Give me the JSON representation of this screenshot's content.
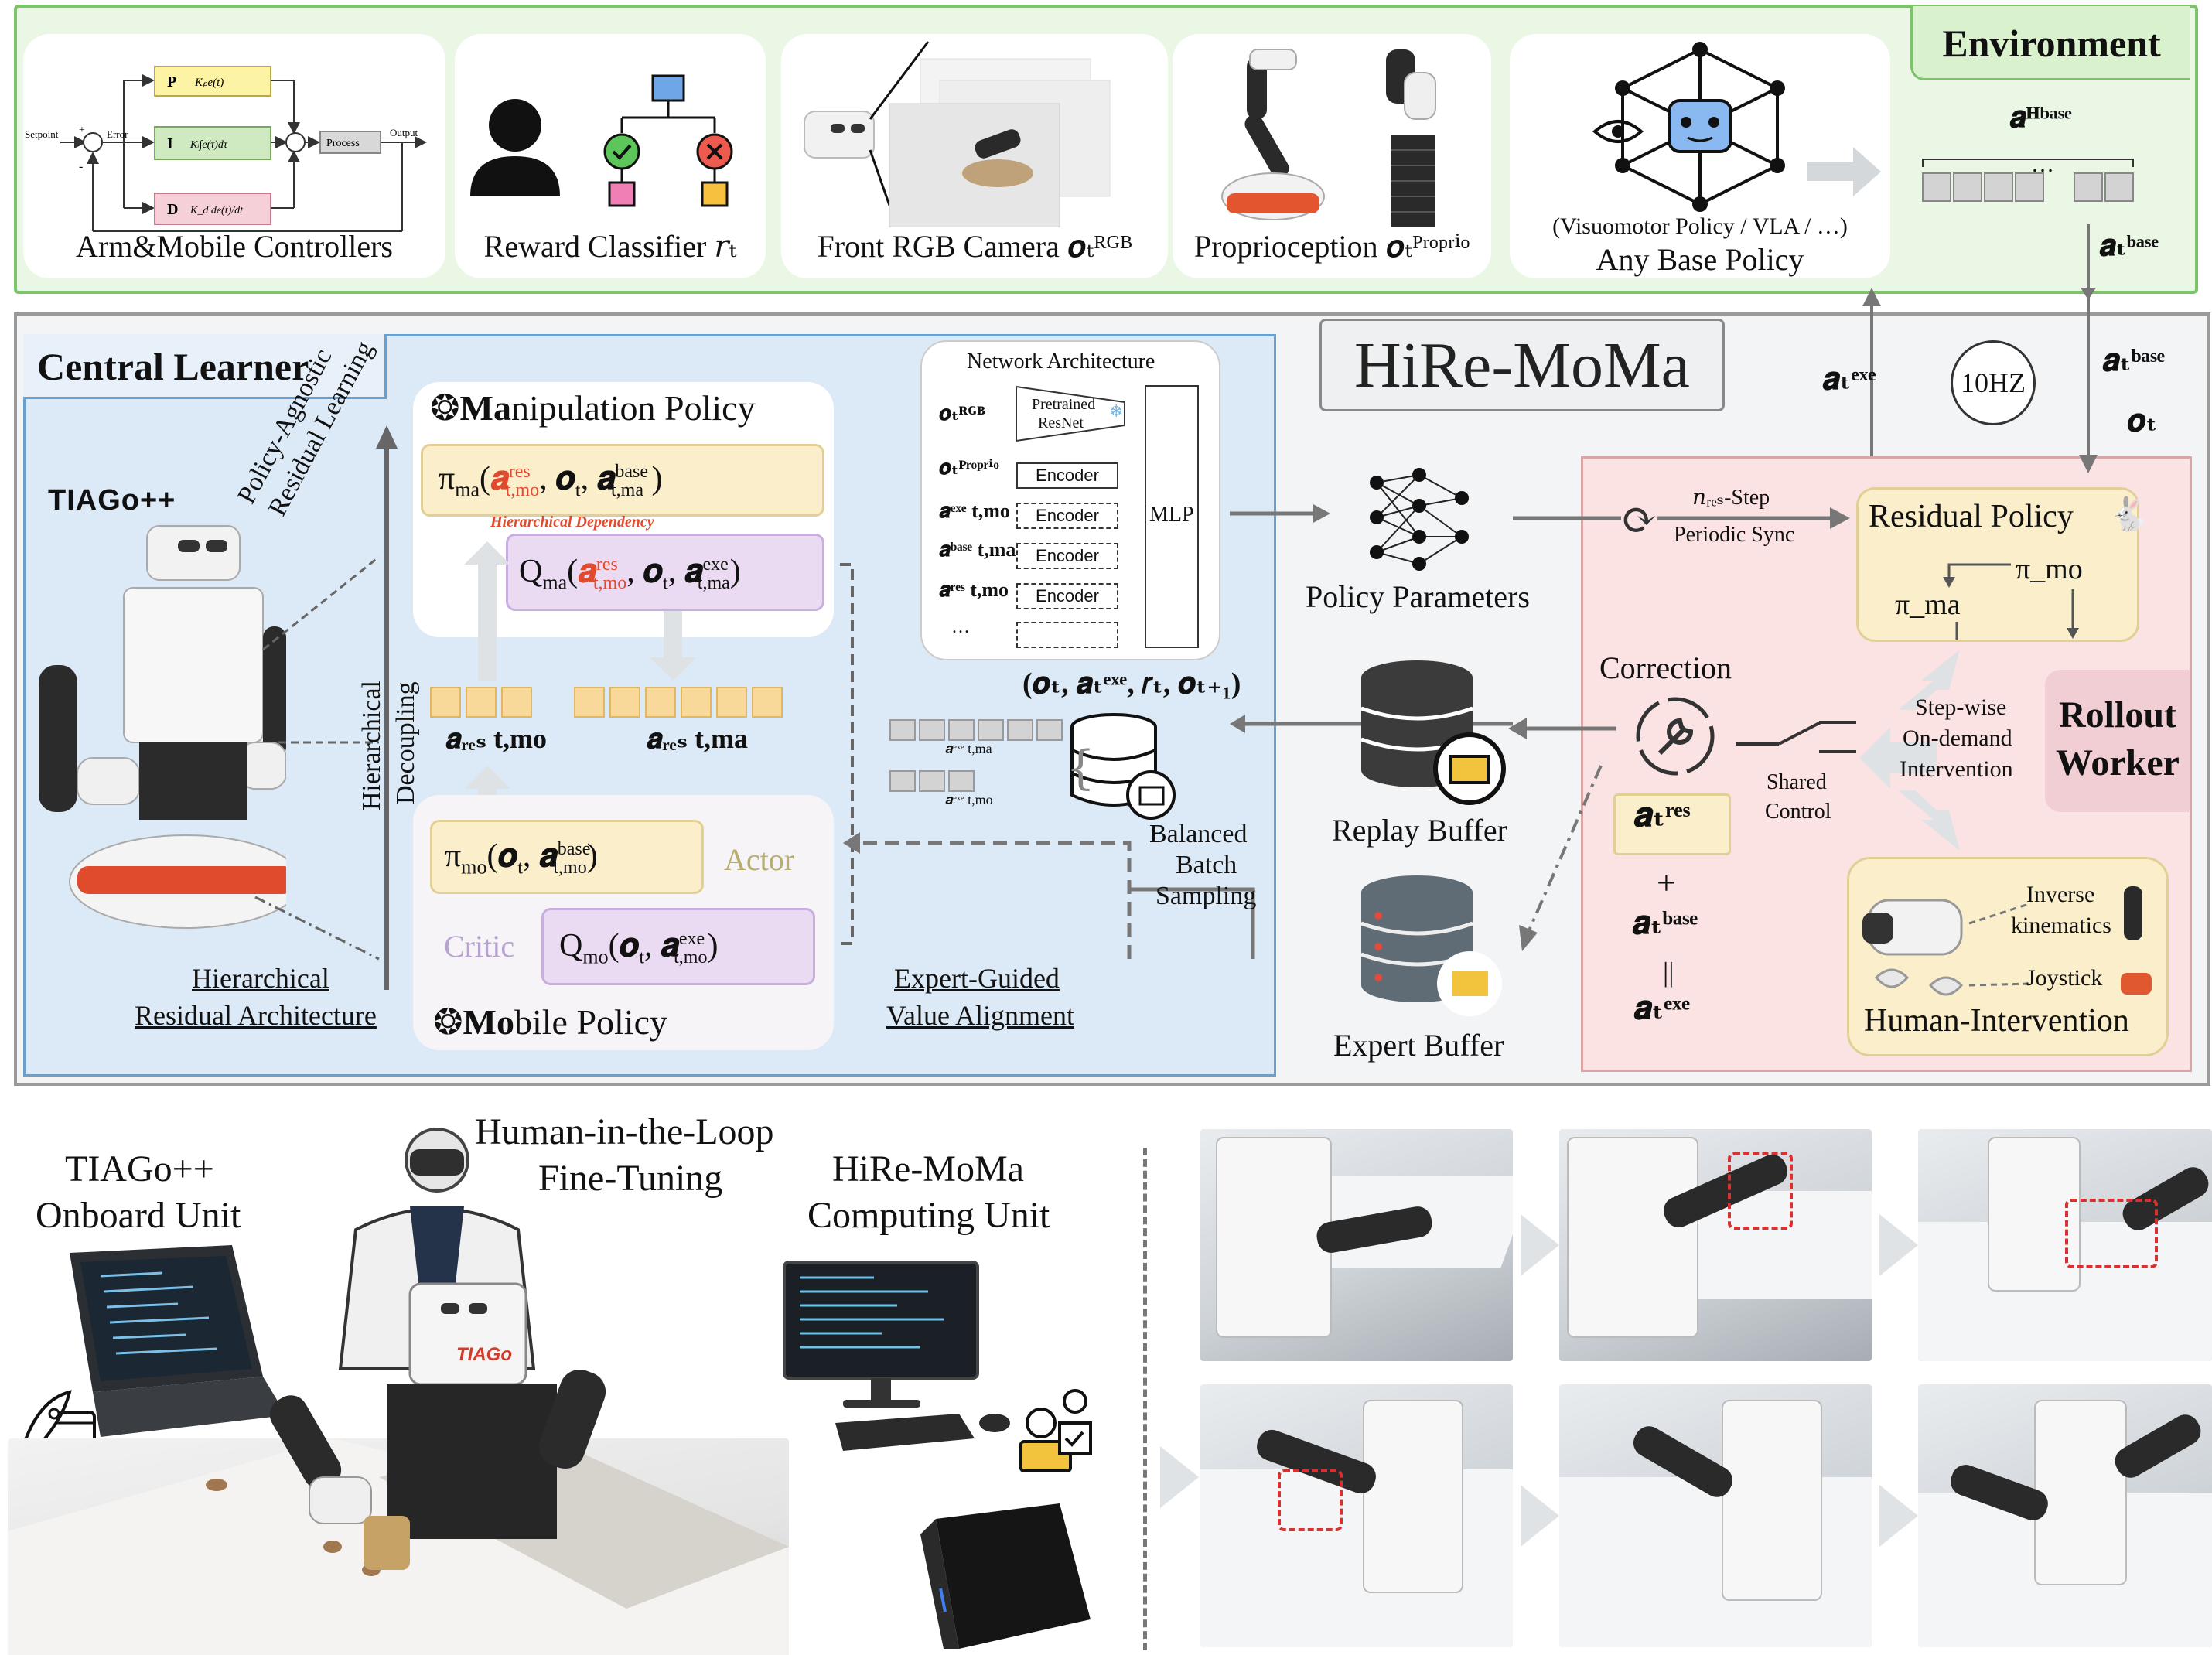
{
  "environment": {
    "tab_label": "Environment",
    "cards": [
      {
        "label": "Arm&Mobile Controllers"
      },
      {
        "label": "Reward Classifier 𝑟ₜ"
      },
      {
        "label": "Front RGB Camera 𝒐ₜᴿᴳᴮ"
      },
      {
        "label": "Proprioception 𝒐ₜᴾʳᵒᵖʳⁱᵒ"
      },
      {
        "label_line1": "(Visuomotor Policy / VLA / …)",
        "label_line2": "Any Base Policy"
      }
    ],
    "pid": {
      "setpoint": "Setpoint",
      "error": "Error",
      "process": "Process",
      "output": "Output",
      "p": "P",
      "i": "I",
      "d": "D",
      "p_term": "Kₚe(t)",
      "i_term": "Kᵢ∫e(τ)dτ",
      "d_term": "K_d de(t)/dt",
      "plus": "+",
      "minus": "-"
    },
    "action_label_H": "𝒂ᴴᵇᵃˢᵉ",
    "action_label_t": "𝒂ₜᵇᵃˢᵉ",
    "seq_dots": "…"
  },
  "title": "HiRe-MoMa",
  "central": {
    "tab_label": "Central Learner",
    "robot_name": "TIAGo++",
    "policy_agnostic_line1": "Policy-Agnostic",
    "policy_agnostic_line2": "Residual Learning",
    "hier_decoupling_line1": "Hierarchical",
    "hier_decoupling_line2": "Decoupling",
    "hier_arch_line1": "Hierarchical",
    "hier_arch_line2": "Residual Architecture",
    "manip_title_bold": "Ma",
    "manip_title_rest": "nipulation Policy",
    "mobile_title_bold": "Mo",
    "mobile_title_rest": "bile Policy",
    "hier_dependency": "Hierarchical Dependency",
    "pi_ma": "π",
    "actor": "Actor",
    "critic": "Critic",
    "a_res_mo": "𝒂ᵣₑₛ t,mo",
    "a_res_ma": "𝒂ᵣₑₛ t,ma",
    "expert_guided_line1": "Expert-Guided",
    "expert_guided_line2": "Value Alignment"
  },
  "network": {
    "title": "Network Architecture",
    "pretrained_line1": "Pretrained",
    "pretrained_line2": "ResNet",
    "encoder": "Encoder",
    "mlp": "MLP",
    "ellipsis": "…",
    "inputs": [
      "𝒐ₜᴿᴳᴮ",
      "𝒐ₜᴾʳᵒᵖʳⁱᵒ",
      "𝒂ᵉˣᵉ t,mo",
      "𝒂ᵇᵃˢᵉ t,ma",
      "𝒂ʳᵉˢ t,mo",
      "…"
    ]
  },
  "data_flow": {
    "transition": "(𝒐ₜ, 𝒂ₜᵉˣᵉ, 𝑟ₜ, 𝒐ₜ₊₁)",
    "balanced_line1": "Balanced",
    "balanced_line2": "Batch",
    "balanced_line3": "Sampling",
    "policy_parameters": "Policy Parameters",
    "replay_buffer": "Replay Buffer",
    "expert_buffer": "Expert Buffer",
    "a_exe_ma": "𝒂ᵉˣᵉ t,ma",
    "a_exe_mo": "𝒂ᵉˣᵉ t,mo"
  },
  "rollout": {
    "tab_line1": "Rollout",
    "tab_line2": "Worker",
    "freq": "10HZ",
    "a_exe_top": "𝒂ₜᵉˣᵉ",
    "a_base_top": "𝒂ₜᵇᵃˢᵉ",
    "o_t": "𝒐ₜ",
    "sync_line1": "𝑛ᵣₑₛ-Step",
    "sync_line2": "Periodic Sync",
    "residual_policy": "Residual Policy",
    "pi_mo": "π_mo",
    "pi_ma": "π_ma",
    "correction": "Correction",
    "shared_line1": "Shared",
    "shared_line2": "Control",
    "stepwise_line1": "Step-wise",
    "stepwise_line2": "On-demand",
    "stepwise_line3": "Intervention",
    "a_res": "𝒂ₜʳᵉˢ",
    "plus": "+",
    "a_base": "𝒂ₜᵇᵃˢᵉ",
    "equals": "||",
    "a_exe": "𝒂ₜᵉˣᵉ",
    "inverse_line1": "Inverse",
    "inverse_line2": "kinematics",
    "joystick": "Joystick",
    "human_intervention": "Human-Intervention"
  },
  "bottom": {
    "onboard_line1": "TIAGo++",
    "onboard_line2": "Onboard Unit",
    "hil_line1": "Human-in-the-Loop",
    "hil_line2": "Fine-Tuning",
    "computing_line1": "HiRe-MoMa",
    "computing_line2": "Computing Unit",
    "robot_brand": "TIAGo"
  }
}
